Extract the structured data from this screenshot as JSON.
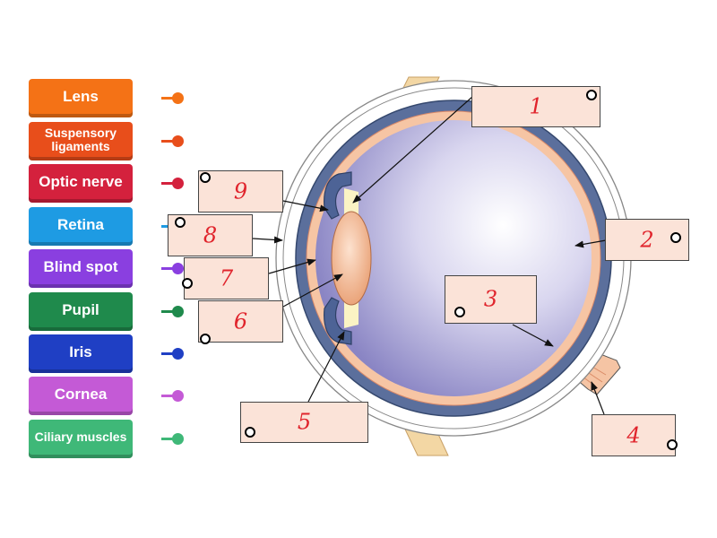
{
  "draggables": [
    {
      "label": "Lens",
      "color": "#f47216"
    },
    {
      "label": "Suspensory ligaments",
      "color": "#e84e1b"
    },
    {
      "label": "Optic nerve",
      "color": "#d4213d"
    },
    {
      "label": "Retina",
      "color": "#1e9be3"
    },
    {
      "label": "Blind spot",
      "color": "#8a3fe0"
    },
    {
      "label": "Pupil",
      "color": "#1f8a4c"
    },
    {
      "label": "Iris",
      "color": "#1f3fc4"
    },
    {
      "label": "Cornea",
      "color": "#c45ad6"
    },
    {
      "label": "Ciliary muscles",
      "color": "#3fb878"
    }
  ],
  "boxes": [
    {
      "number": "1"
    },
    {
      "number": "2"
    },
    {
      "number": "3"
    },
    {
      "number": "4"
    },
    {
      "number": "5"
    },
    {
      "number": "6"
    },
    {
      "number": "7"
    },
    {
      "number": "8"
    },
    {
      "number": "9"
    }
  ]
}
